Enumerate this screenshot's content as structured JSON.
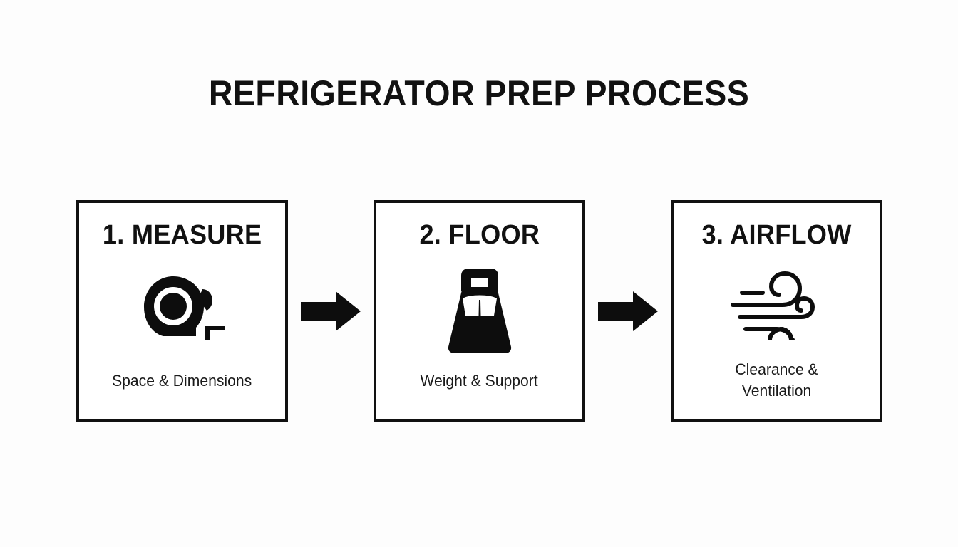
{
  "document": {
    "title": "REFRIGERATOR PREP PROCESS",
    "background_color": "#fdfdfd",
    "ink_color": "#111111"
  },
  "flow": {
    "steps": [
      {
        "heading": "1. MEASURE",
        "caption_line_1": "Space & Dimensions",
        "caption_line_2": "",
        "icon": "tape-measure-icon"
      },
      {
        "heading": "2. FLOOR",
        "caption_line_1": "Weight & Support",
        "caption_line_2": "",
        "icon": "weight-scale-icon"
      },
      {
        "heading": "3. AIRFLOW",
        "caption_line_1": "Clearance &",
        "caption_line_2": "Ventilation",
        "icon": "wind-airflow-icon"
      }
    ],
    "connectors": [
      {
        "icon": "arrow-right-icon"
      },
      {
        "icon": "arrow-right-icon"
      }
    ]
  }
}
